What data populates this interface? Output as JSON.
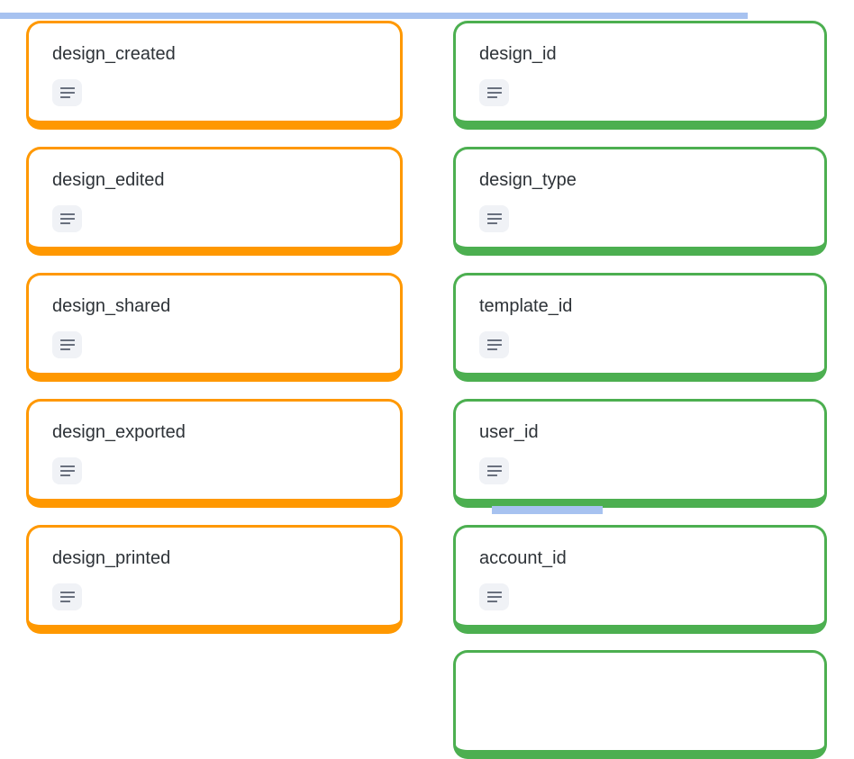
{
  "colors": {
    "event_card_border": "#ff9800",
    "property_card_border": "#4caf50",
    "highlight_bar": "#a7c2f0",
    "icon_chip_bg": "#f0f2f6",
    "icon_glyph": "#69707e",
    "label_text": "#2d3237",
    "card_background": "#ffffff"
  },
  "event_column": {
    "cards": [
      {
        "label": "design_created",
        "icon": "align-left-icon"
      },
      {
        "label": "design_edited",
        "icon": "align-left-icon"
      },
      {
        "label": "design_shared",
        "icon": "align-left-icon"
      },
      {
        "label": "design_exported",
        "icon": "align-left-icon"
      },
      {
        "label": "design_printed",
        "icon": "align-left-icon"
      }
    ]
  },
  "property_column": {
    "cards": [
      {
        "label": "design_id",
        "icon": "align-left-icon"
      },
      {
        "label": "design_type",
        "icon": "align-left-icon"
      },
      {
        "label": "template_id",
        "icon": "align-left-icon"
      },
      {
        "label": "user_id",
        "icon": "align-left-icon"
      },
      {
        "label": "account_id",
        "icon": "align-left-icon"
      }
    ],
    "partial_bottom_card": true
  }
}
